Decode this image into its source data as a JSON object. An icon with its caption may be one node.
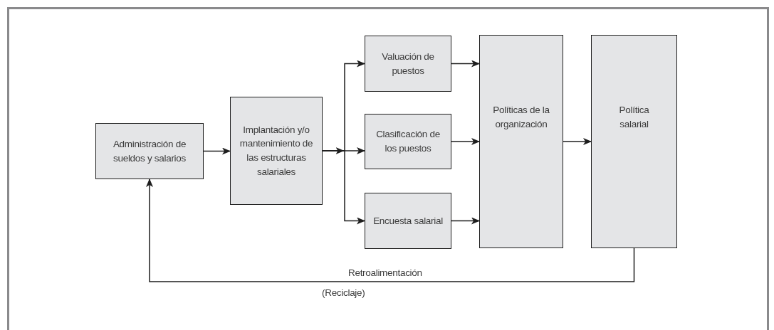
{
  "diagram": {
    "nodes": [
      {
        "text": [
          "Administración de sueldos y salarios"
        ]
      },
      {
        "text": [
          "Implantación y/o mantenimiento de las estructuras salariales"
        ]
      },
      {
        "text": [
          "Valuación de puestos"
        ]
      },
      {
        "text": [
          "Clasificación de los puestos"
        ]
      },
      {
        "text": [
          "Encuesta salarial"
        ]
      },
      {
        "text": [
          "Políticas de la organización"
        ]
      },
      {
        "text": [
          "Política salarial"
        ]
      }
    ],
    "edges": [
      {
        "from": 0,
        "to": 1,
        "arrow": "to"
      },
      {
        "from": 1,
        "to": 2,
        "arrow": "to"
      },
      {
        "from": 1,
        "to": 3,
        "arrow": "to"
      },
      {
        "from": 1,
        "to": 4,
        "arrow": "to"
      },
      {
        "from": 2,
        "to": 5,
        "arrow": "to"
      },
      {
        "from": 3,
        "to": 5,
        "arrow": "to"
      },
      {
        "from": 4,
        "to": 5,
        "arrow": "to"
      },
      {
        "from": 5,
        "to": 6,
        "arrow": "to"
      },
      {
        "from": 6,
        "to": 0,
        "arrow": "to",
        "label": "Retroalimentación"
      }
    ],
    "labels": [
      "(Reciclaje)"
    ]
  }
}
